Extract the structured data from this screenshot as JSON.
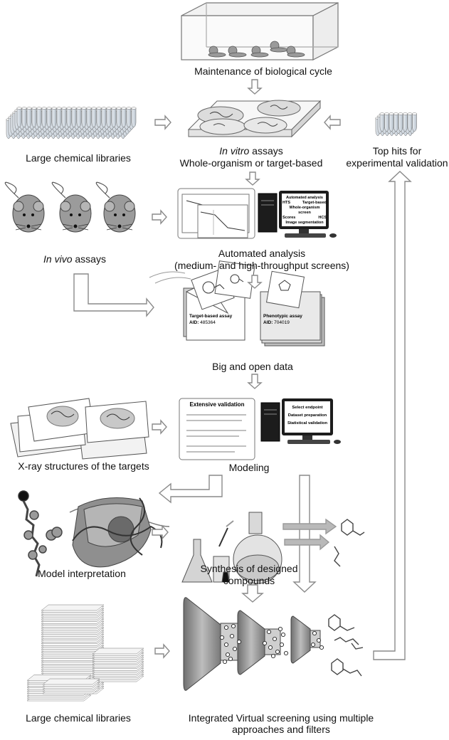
{
  "labels": {
    "maintenance": "Maintenance of biological cycle",
    "large_libs_top": "Large chemical libraries",
    "invitro_em": "In vitro",
    "invitro_rest": " assays",
    "invitro_line2": "Whole-organism or target-based",
    "top_hits_line1": "Top hits for",
    "top_hits_line2": "experimental validation",
    "invivo_em": "In vivo",
    "invivo_rest": " assays",
    "automated_line1": "Automated analysis",
    "automated_line2": "(medium- and high-throughput screens)",
    "big_data": "Big and open data",
    "xray": "X-ray structures of the targets",
    "modeling": "Modeling",
    "model_interp": "Model interpretation",
    "synthesis_line1": "Synthesis of designed",
    "synthesis_line2": "compounds",
    "large_libs_bottom": "Large chemical libraries",
    "vs_line1": "Integrated Virtual screening using multiple",
    "vs_line2": "approaches and filters"
  },
  "screen_automated": {
    "title": "Automated analysis",
    "items": [
      "HTS",
      "Target-based",
      "Whole-organism screen",
      "Scores",
      "HCS",
      "Image segmentation"
    ]
  },
  "screen_modeling": {
    "items": [
      "Select endpoint",
      "Dataset preparation",
      "Statistical validation"
    ]
  },
  "validation_sheet": {
    "title": "Extensive validation"
  },
  "assay_docs": {
    "target_title": "Target-based assay",
    "target_aid_label": "AID:",
    "target_aid": "485364",
    "pheno_title": "Phenotypic assay",
    "pheno_aid_label": "AID:",
    "pheno_aid": "704019"
  },
  "colors": {
    "arrow_stroke": "#8a8a8a",
    "text": "#111111"
  }
}
